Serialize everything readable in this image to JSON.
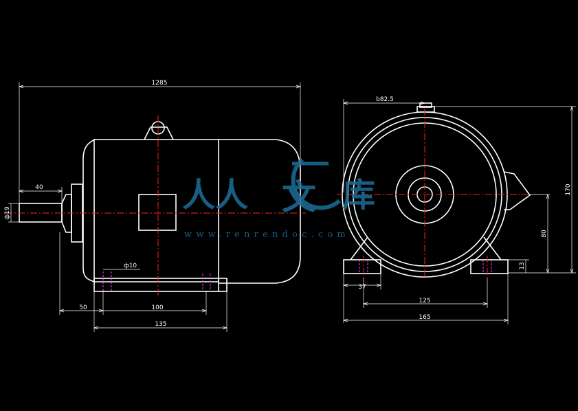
{
  "colors": {
    "background": "#000000",
    "outline": "#ffffff",
    "centerline": "#ff2020",
    "hidden": "#ff40ff",
    "watermark": "#1d6f9a"
  },
  "dimensions": {
    "overall_length": "1285",
    "shaft_length": "40",
    "shaft_diameter": "ф19",
    "hole_diameter": "ф10",
    "foot_offset": "50",
    "foot_spacing_side": "100",
    "foot_length": "135",
    "flange_diameter": "b82.5",
    "total_height": "170",
    "center_height": "80",
    "foot_thickness": "13",
    "foot_width": "37",
    "foot_spacing_front": "125",
    "overall_width": "165"
  },
  "watermark": {
    "glyph_left": "人人",
    "glyph_wen": "文",
    "glyph_right": "库",
    "url": "www.renrendoc.com",
    "icon": "document-logo-icon"
  }
}
